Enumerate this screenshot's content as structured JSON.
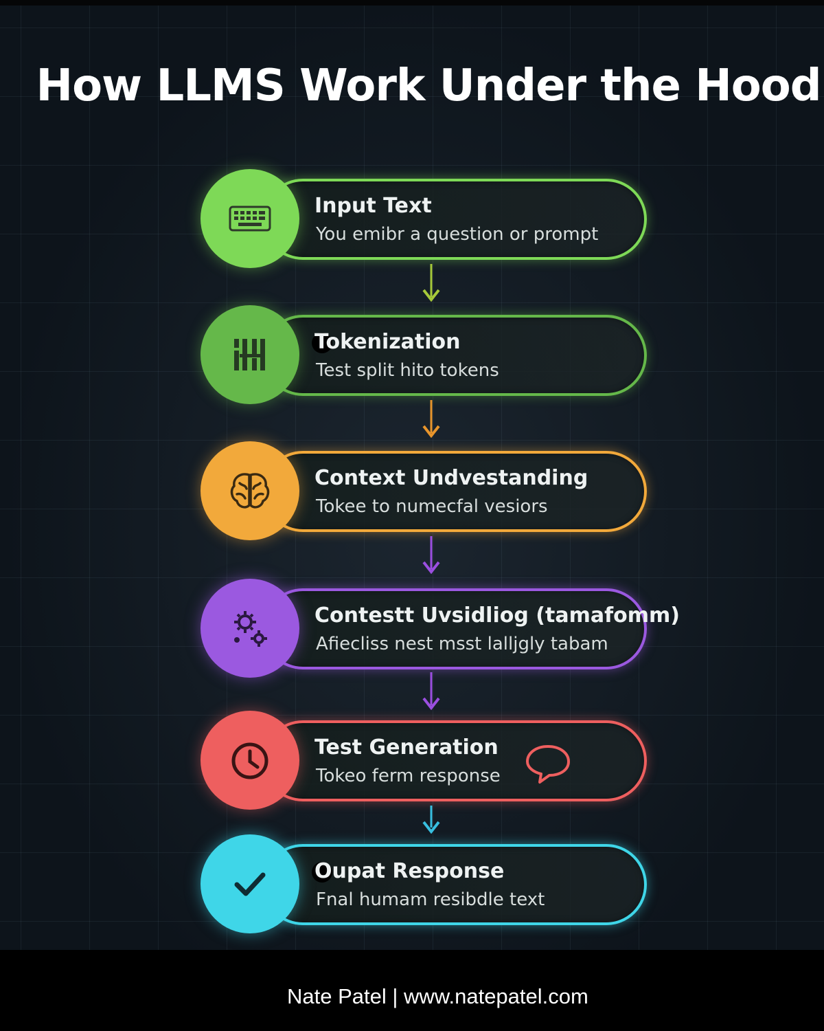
{
  "title": "How LLMS Work Under the Hood",
  "steps": [
    {
      "title": "Input Text",
      "desc": "You emibr a question or prompt",
      "color": "#7ed957",
      "icon": "keyboard-icon"
    },
    {
      "title": "Tokenization",
      "desc": "Test split hito tokens",
      "color": "#65b84a",
      "icon": "token-bars-icon"
    },
    {
      "title": "Context Undvestanding",
      "desc": "Tokee to numecfal vesiors",
      "color": "#f2a93b",
      "icon": "brain-icon"
    },
    {
      "title": "Contestt Uvsidliog (tamafomm)",
      "desc": "Afiecliss nest msst lalljgly tabam",
      "color": "#9b59e0",
      "icon": "gears-icon"
    },
    {
      "title": "Test Generation",
      "desc": "Tokeo ferm response",
      "color": "#ee5f5f",
      "icon": "clock-icon"
    },
    {
      "title": "Oupat Response",
      "desc": "Fnal humam resibdle text",
      "color": "#3fd6e8",
      "icon": "checkmark-icon"
    }
  ],
  "arrow_colors": [
    "#a6c93a",
    "#e8952c",
    "#9b4fe0",
    "#9b4fe0",
    "#38bfe0"
  ],
  "footer": "Nate Patel | www.natepatel.com"
}
